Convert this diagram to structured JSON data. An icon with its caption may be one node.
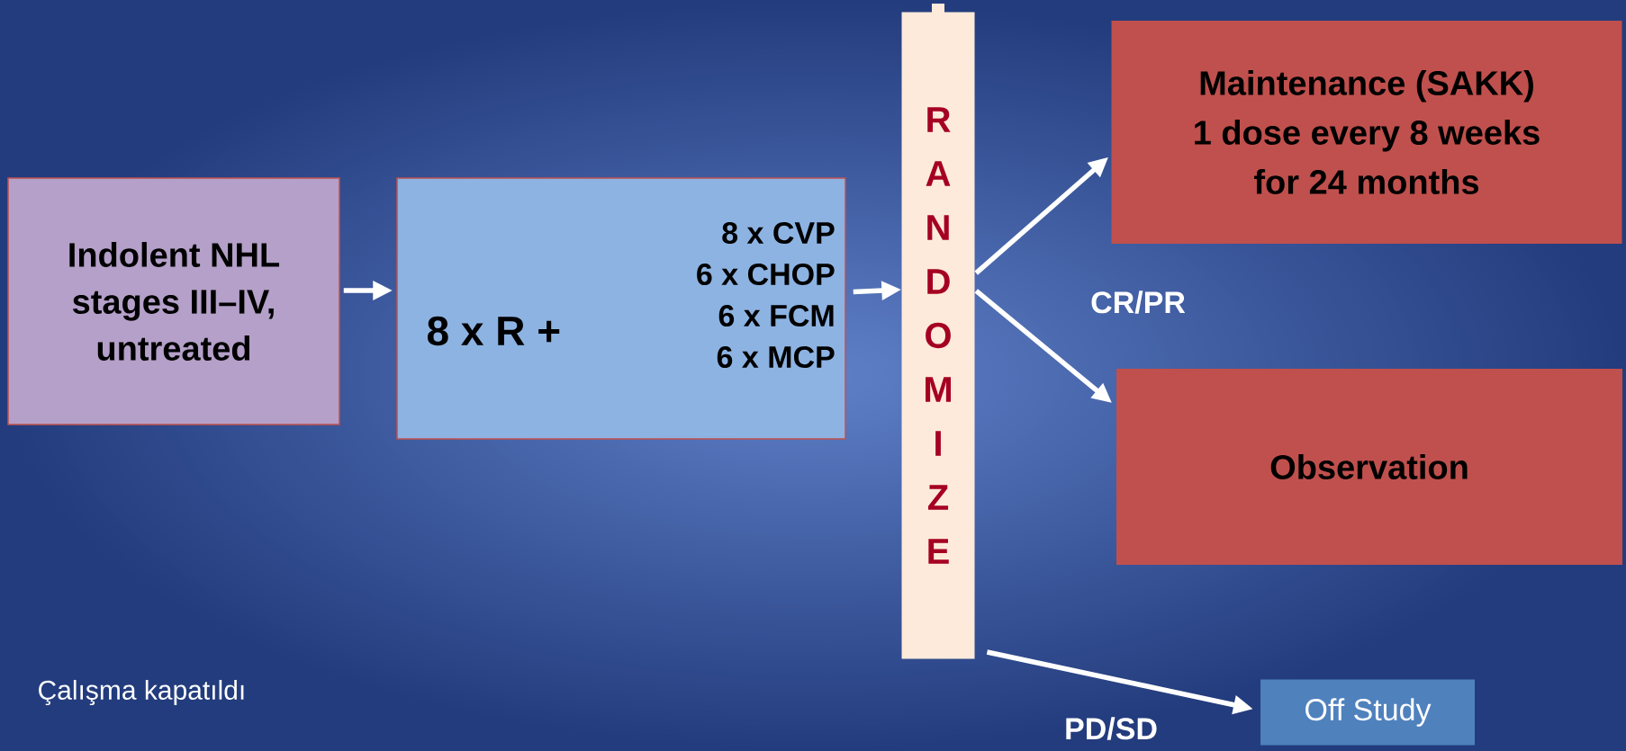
{
  "diagram": {
    "nodes": [
      {
        "text": [
          "Indolent NHL stages III–IV, untreated"
        ]
      },
      {
        "text": [
          "8 x R  +",
          "8 x CVP",
          "6 x CHOP",
          "6 x FCM",
          "6 x MCP"
        ]
      },
      {
        "text": [
          "RANDOMIZE"
        ]
      },
      {
        "text": [
          "Maintenance (SAKK)",
          "1 dose every 8 weeks for 24 months"
        ]
      },
      {
        "text": [
          "Observation"
        ]
      },
      {
        "text": [
          "Off Study"
        ]
      }
    ],
    "edges": [
      {
        "from": 0,
        "to": 1,
        "arrow": "to"
      },
      {
        "from": 1,
        "to": 2,
        "arrow": "to"
      },
      {
        "from": 2,
        "to": 3,
        "arrow": "to"
      },
      {
        "from": 2,
        "to": 4,
        "arrow": "to"
      },
      {
        "from": 2,
        "to": 5,
        "arrow": "to",
        "label": "PD/SD"
      }
    ],
    "labels": [
      "CR/PR",
      "Çalışma kapatıldı"
    ]
  }
}
